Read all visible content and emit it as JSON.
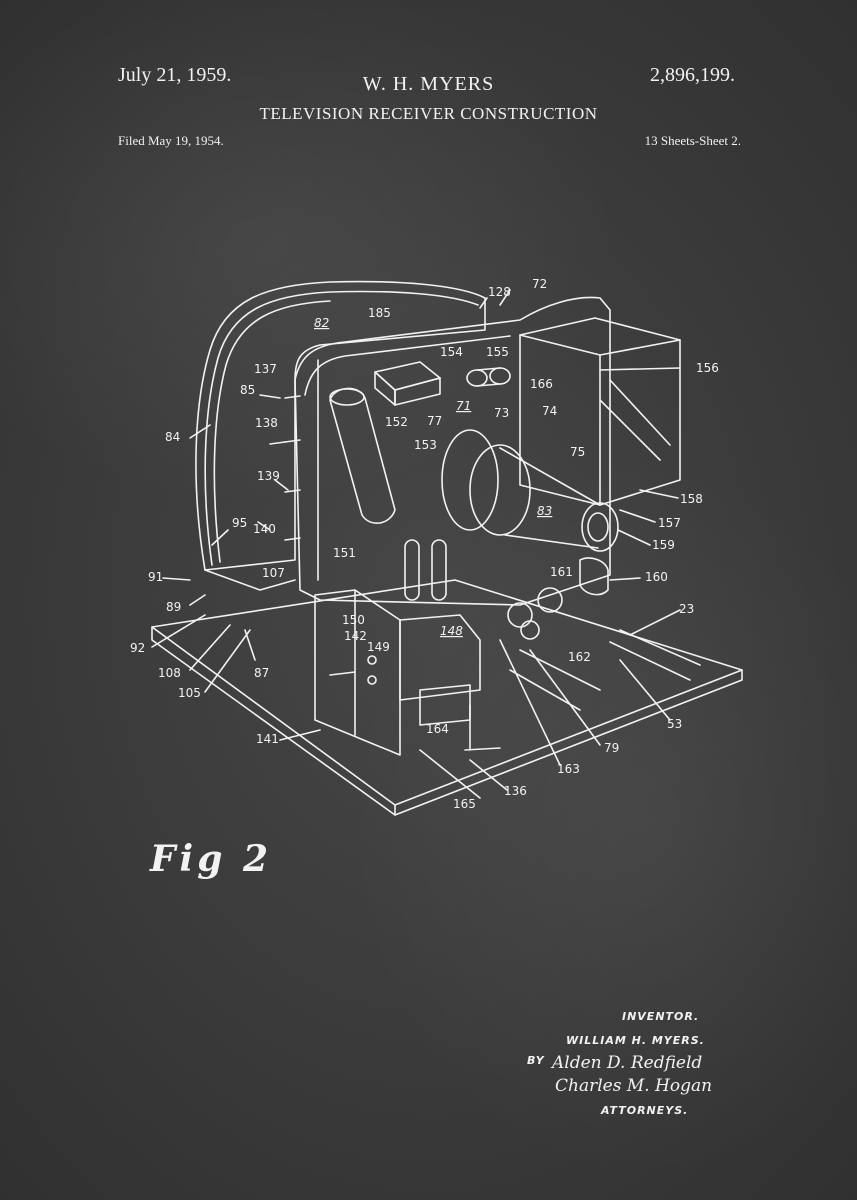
{
  "header": {
    "date": "July 21, 1959.",
    "inventor": "W. H. MYERS",
    "patent_number": "2,896,199.",
    "title": "TELEVISION RECEIVER CONSTRUCTION",
    "filed": "Filed May 19, 1954.",
    "sheets": "13 Sheets-Sheet 2."
  },
  "figure": {
    "label": "Fig 2",
    "reference_numbers": [
      "128",
      "72",
      "82",
      "185",
      "154",
      "155",
      "156",
      "137",
      "85",
      "84",
      "166",
      "71",
      "77",
      "73",
      "74",
      "138",
      "152",
      "153",
      "75",
      "139",
      "158",
      "83",
      "157",
      "95",
      "140",
      "159",
      "151",
      "161",
      "160",
      "91",
      "107",
      "89",
      "150",
      "142",
      "149",
      "148",
      "23",
      "92",
      "108",
      "105",
      "87",
      "162",
      "141",
      "164",
      "163",
      "79",
      "53",
      "165",
      "136"
    ]
  },
  "signature_block": {
    "inventor_label": "INVENTOR.",
    "inventor_name": "WILLIAM H. MYERS.",
    "by": "BY",
    "attorney_1": "Alden D. Redfield",
    "attorney_2": "Charles M. Hogan",
    "attorneys_label": "ATTORNEYS."
  },
  "colors": {
    "chalkboard": "#3a3a3a",
    "chalk": "#f2f2f2"
  }
}
